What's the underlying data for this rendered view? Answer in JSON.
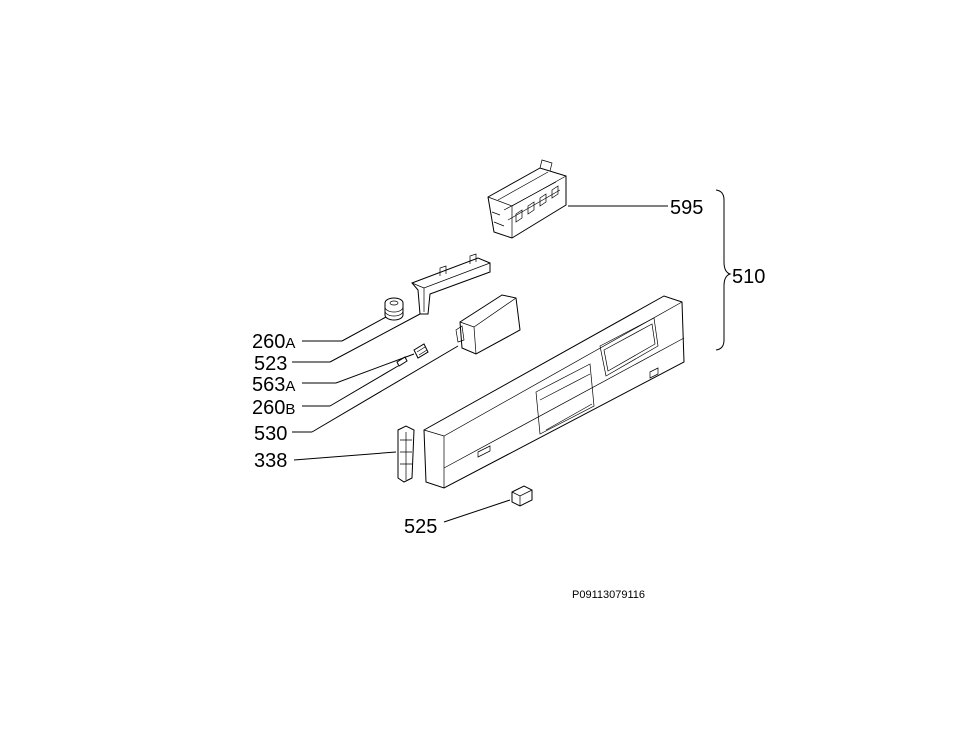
{
  "callouts": {
    "c595": {
      "num": "595",
      "suffix": ""
    },
    "c510": {
      "num": "510",
      "suffix": ""
    },
    "c260a": {
      "num": "260",
      "suffix": "A"
    },
    "c523": {
      "num": "523",
      "suffix": ""
    },
    "c563a": {
      "num": "563",
      "suffix": "A"
    },
    "c260b": {
      "num": "260",
      "suffix": "B"
    },
    "c530": {
      "num": "530",
      "suffix": ""
    },
    "c338": {
      "num": "338",
      "suffix": ""
    },
    "c525": {
      "num": "525",
      "suffix": ""
    }
  },
  "drawing_code": "P09113079116"
}
